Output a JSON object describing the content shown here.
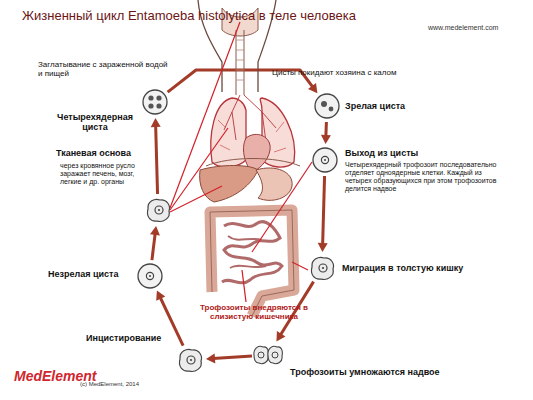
{
  "diagram": {
    "title": "Жизненный цикл Entamoeba histolytica в теле человека",
    "nodes": [
      {
        "text": [
          "Четырехядерная циста"
        ]
      },
      {
        "text": [
          "Зрелая циста"
        ]
      },
      {
        "text": [
          "Выход из цисты",
          "Четырехядерный трофозоит последовательно отделяет одноядерные клетки. Каждый из четырех образующихся при этом трофозоитов делится надвое"
        ]
      },
      {
        "text": [
          "Миграция в толстую кишку"
        ]
      },
      {
        "text": [
          "Трофозоиты умножаются надвое"
        ]
      },
      {
        "text": [
          "Инцистирование"
        ]
      },
      {
        "text": [
          "Незрелая циста"
        ]
      },
      {
        "text": [
          "Тканевая основа",
          "через кровянное русло заражает печень, мозг, легкие и др. органы"
        ]
      }
    ],
    "edges": [
      {
        "from": 0,
        "to": 1,
        "arrow": "to"
      },
      {
        "from": 1,
        "to": 2,
        "arrow": "to"
      },
      {
        "from": 2,
        "to": 3,
        "arrow": "to"
      },
      {
        "from": 3,
        "to": 4,
        "arrow": "to"
      },
      {
        "from": 4,
        "to": 5,
        "arrow": "to"
      },
      {
        "from": 5,
        "to": 6,
        "arrow": "to"
      },
      {
        "from": 6,
        "to": 7,
        "arrow": "to"
      },
      {
        "from": 7,
        "to": 0,
        "arrow": "to"
      }
    ],
    "labels": [
      "www.medelement.com",
      "Заглатывание с зараженной водой и пищей",
      "Цисты покидают хозяина с калом",
      "Трофозоиты внедряются в слизистую кишечника",
      "MedElement",
      "(c) MedElement, 2014"
    ]
  }
}
